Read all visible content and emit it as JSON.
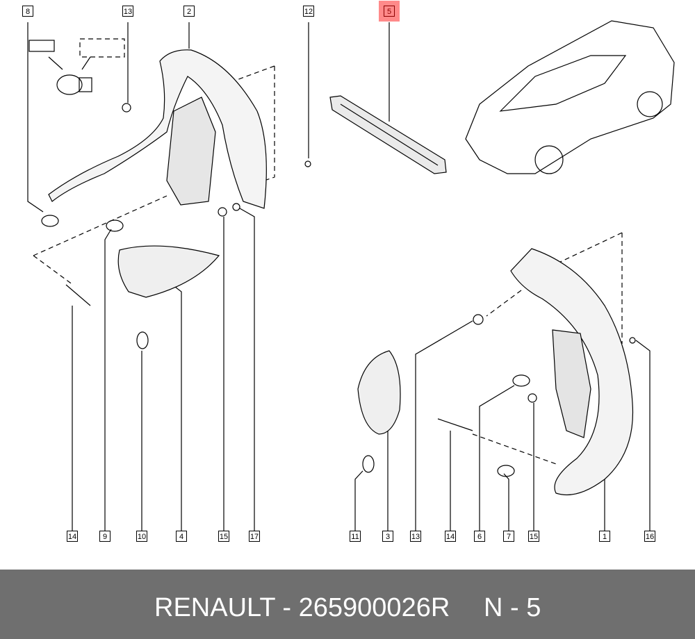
{
  "callouts_top": [
    {
      "label": "8"
    },
    {
      "label": "13"
    },
    {
      "label": "2"
    },
    {
      "label": "12"
    },
    {
      "label": "5",
      "highlighted": true
    }
  ],
  "callouts_bottom": [
    {
      "label": "14"
    },
    {
      "label": "9"
    },
    {
      "label": "10"
    },
    {
      "label": "4"
    },
    {
      "label": "15"
    },
    {
      "label": "17"
    },
    {
      "label": "11"
    },
    {
      "label": "3"
    },
    {
      "label": "13"
    },
    {
      "label": "14"
    },
    {
      "label": "6"
    },
    {
      "label": "7"
    },
    {
      "label": "15"
    },
    {
      "label": "1"
    },
    {
      "label": "16"
    }
  ],
  "highlight_color": "#ff8a8a",
  "footer": {
    "part_text": "RENAULT - 265900026R",
    "ref_text": "N - 5"
  }
}
